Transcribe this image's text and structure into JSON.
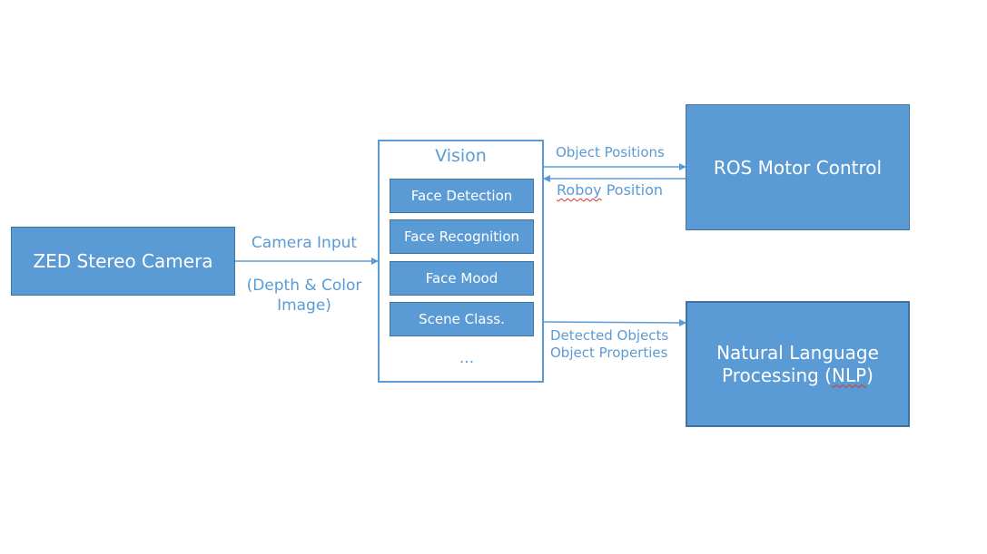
{
  "nodes": {
    "zed_camera": "ZED Stereo Camera",
    "vision_title": "Vision",
    "vision_modules": [
      "Face Detection",
      "Face Recognition",
      "Face Mood",
      "Scene Class."
    ],
    "vision_more": "...",
    "ros_motor": "ROS Motor Control",
    "nlp_line1": "Natural Language",
    "nlp_line2_prefix": "Processing (",
    "nlp_line2_abbr": "NLP",
    "nlp_line2_suffix": ")"
  },
  "edges": {
    "camera_input": "Camera Input",
    "camera_detail_line1": "(Depth & Color",
    "camera_detail_line2": "Image)",
    "object_positions": "Object Positions",
    "roboy_word": "Roboy",
    "roboy_rest": " Position",
    "detected_objects": "Detected Objects",
    "object_properties": "Object Properties"
  },
  "colors": {
    "box_fill": "#5b9bd5",
    "box_border": "#41719c",
    "text_accent": "#5b9bd5",
    "spellcheck_underline": "#e0302a"
  }
}
